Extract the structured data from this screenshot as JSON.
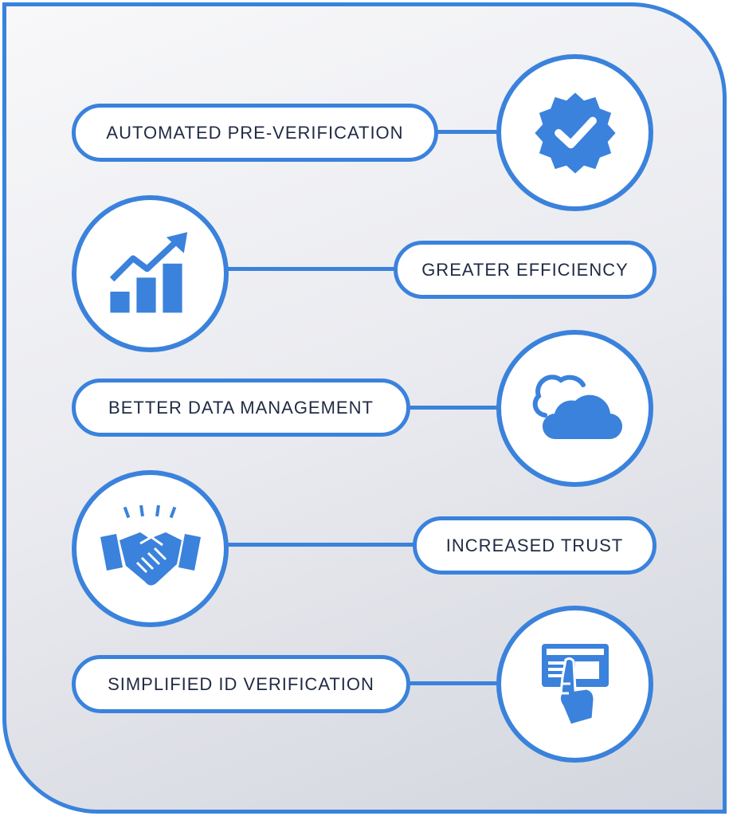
{
  "colors": {
    "accent": "#3a82dc",
    "text": "#1f2a44",
    "pill_background": "#ffffff"
  },
  "items": [
    {
      "label": "AUTOMATED PRE-VERIFICATION",
      "icon": "verified-badge-icon"
    },
    {
      "label": "GREATER EFFICIENCY",
      "icon": "growth-chart-icon"
    },
    {
      "label": "BETTER DATA MANAGEMENT",
      "icon": "cloud-icon"
    },
    {
      "label": "INCREASED TRUST",
      "icon": "handshake-icon"
    },
    {
      "label": "SIMPLIFIED ID VERIFICATION",
      "icon": "id-card-scan-icon"
    }
  ]
}
